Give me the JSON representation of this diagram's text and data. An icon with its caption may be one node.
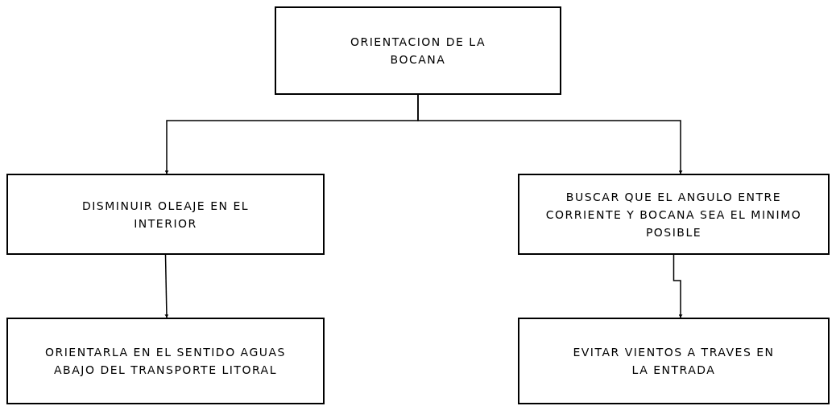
{
  "diagram": {
    "nodes": [
      {
        "text": [
          "ORIENTACION DE LA BOCANA"
        ]
      },
      {
        "text": [
          "DISMINUIR OLEAJE EN EL INTERIOR"
        ]
      },
      {
        "text": [
          "BUSCAR QUE EL ANGULO ENTRE CORRIENTE Y BOCANA SEA EL MINIMO POSIBLE"
        ]
      },
      {
        "text": [
          "ORIENTARLA EN EL SENTIDO AGUAS ABAJO DEL TRANSPORTE LITORAL"
        ]
      },
      {
        "text": [
          "EVITAR VIENTOS A TRAVES EN LA ENTRADA"
        ]
      }
    ],
    "edges": [
      {
        "from": 0,
        "to": 1,
        "arrow": "to"
      },
      {
        "from": 0,
        "to": 2,
        "arrow": "to"
      },
      {
        "from": 1,
        "to": 3,
        "arrow": "to"
      },
      {
        "from": 2,
        "to": 4,
        "arrow": "to"
      }
    ]
  }
}
